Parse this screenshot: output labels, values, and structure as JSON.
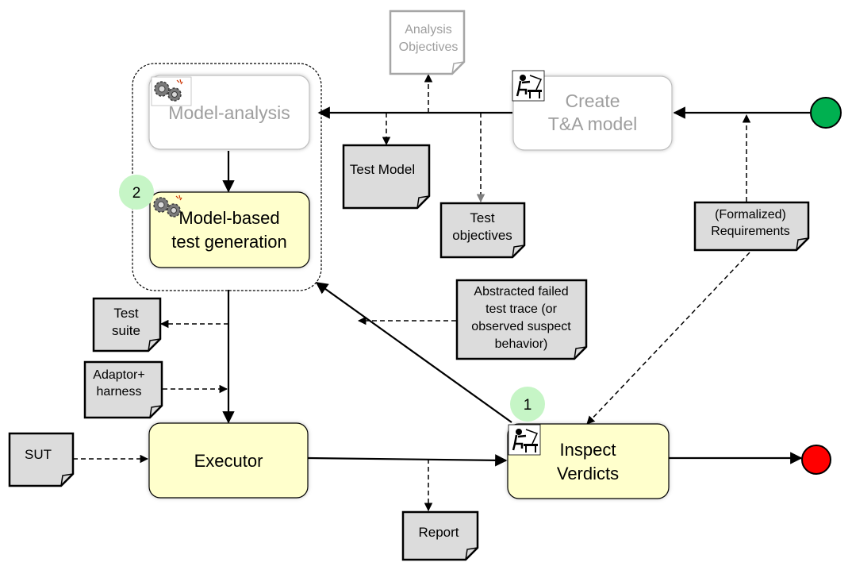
{
  "diagram": {
    "start_node": {
      "color": "#00b050"
    },
    "end_node": {
      "color": "#ff0000"
    },
    "actions": {
      "create_model": {
        "line1": "Create",
        "line2": "T&A model",
        "state": "disabled"
      },
      "model_analysis": {
        "label": "Model-analysis",
        "state": "disabled"
      },
      "test_generation": {
        "line1": "Model-based",
        "line2": "test generation"
      },
      "executor": {
        "label": "Executor"
      },
      "inspect_verdicts": {
        "line1": "Inspect",
        "line2": "Verdicts"
      }
    },
    "artifacts": {
      "analysis_objectives": {
        "line1": "Analysis",
        "line2": "Objectives",
        "state": "disabled"
      },
      "test_model": {
        "label": "Test Model"
      },
      "test_objectives": {
        "line1": "Test",
        "line2": "objectives"
      },
      "requirements": {
        "line1": "(Formalized)",
        "line2": "Requirements"
      },
      "failed_trace": {
        "line1": "Abstracted failed",
        "line2": "test trace (or",
        "line3": "observed suspect",
        "line4": "behavior)"
      },
      "test_suite": {
        "line1": "Test",
        "line2": "suite"
      },
      "adaptor": {
        "line1": "Adaptor+",
        "line2": "harness"
      },
      "sut": {
        "label": "SUT"
      },
      "report": {
        "label": "Report"
      }
    },
    "badges": {
      "one": "1",
      "two": "2"
    },
    "icons": {
      "automated": "gears-icon",
      "manual": "person-at-desk-icon"
    },
    "colors": {
      "action_fill": "#ffffcc",
      "artifact_fill": "#dcdcdc",
      "badge_fill": "#c6f5c6",
      "disabled_text": "#9e9e9e"
    }
  }
}
